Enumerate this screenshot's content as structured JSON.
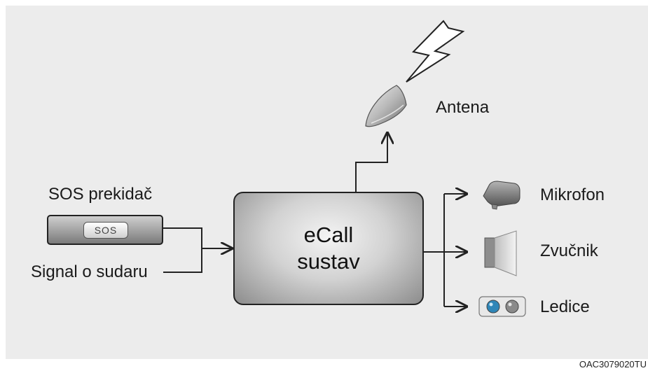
{
  "diagram": {
    "system_block": {
      "line1": "eCall",
      "line2": "sustav"
    },
    "inputs": {
      "sos_switch_label": "SOS prekidač",
      "sos_button_text": "SOS",
      "crash_signal_label": "Signal o sudaru"
    },
    "antenna_label": "Antena",
    "outputs": [
      {
        "label": "Mikrofon",
        "icon": "microphone-icon"
      },
      {
        "label": "Zvučnik",
        "icon": "speaker-icon"
      },
      {
        "label": "Ledice",
        "icon": "led-lights-icon"
      }
    ],
    "figure_code": "OAC3079020TU"
  },
  "colors": {
    "panel_background": "#ececec",
    "line": "#222222",
    "led_blue": "#2f86b8",
    "led_grey": "#8a8a8a"
  }
}
